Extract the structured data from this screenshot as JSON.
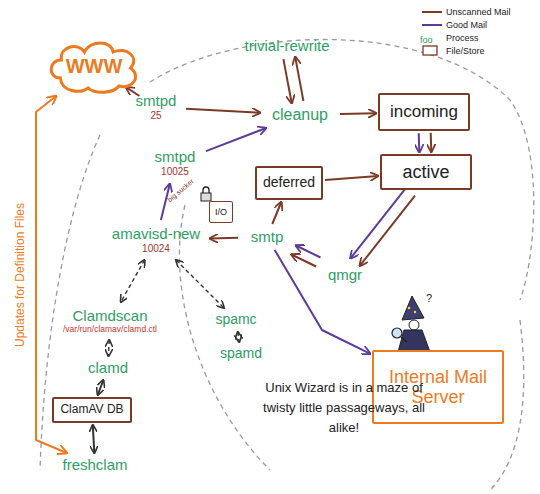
{
  "diagram": {
    "nodes": [
      {
        "text": [
          "WWW"
        ]
      },
      {
        "text": [
          "trivial-rewrite"
        ]
      },
      {
        "text": [
          "smtpd",
          "25"
        ]
      },
      {
        "text": [
          "cleanup"
        ]
      },
      {
        "text": [
          "incoming"
        ]
      },
      {
        "text": [
          "smtpd",
          "10025"
        ]
      },
      {
        "text": [
          "deferred"
        ]
      },
      {
        "text": [
          "active"
        ]
      },
      {
        "text": [
          "I/O"
        ]
      },
      {
        "text": [
          "amavisd-new",
          "10024"
        ]
      },
      {
        "text": [
          "smtp"
        ]
      },
      {
        "text": [
          "qmgr"
        ]
      },
      {
        "text": [
          "Clamdscan",
          "/var/run/clamav/clamd.ctl"
        ]
      },
      {
        "text": [
          "spamc"
        ]
      },
      {
        "text": [
          "clamd"
        ]
      },
      {
        "text": [
          "spamd"
        ]
      },
      {
        "text": [
          "ClamAV DB"
        ]
      },
      {
        "text": [
          "Internal Mail Server"
        ]
      },
      {
        "text": [
          "freshclam"
        ]
      }
    ],
    "edges": [
      {
        "from": 0,
        "to": 2,
        "arrow": "to"
      },
      {
        "from": 2,
        "to": 3,
        "arrow": "to"
      },
      {
        "from": 3,
        "to": 1,
        "arrow": "to"
      },
      {
        "from": 1,
        "to": 3,
        "arrow": "to"
      },
      {
        "from": 3,
        "to": 4,
        "arrow": "to"
      },
      {
        "from": 4,
        "to": 7,
        "arrow": "to"
      },
      {
        "from": 4,
        "to": 7,
        "arrow": "to"
      },
      {
        "from": 7,
        "to": 11,
        "arrow": "to"
      },
      {
        "from": 7,
        "to": 11,
        "arrow": "to"
      },
      {
        "from": 11,
        "to": 10,
        "arrow": "to"
      },
      {
        "from": 11,
        "to": 10,
        "arrow": "to"
      },
      {
        "from": 10,
        "to": 6,
        "arrow": "to"
      },
      {
        "from": 6,
        "to": 7,
        "arrow": "to"
      },
      {
        "from": 10,
        "to": 9,
        "arrow": "to"
      },
      {
        "from": 9,
        "to": 5,
        "arrow": "to"
      },
      {
        "from": 5,
        "to": 3,
        "arrow": "to"
      },
      {
        "from": 10,
        "to": 17,
        "arrow": "to"
      },
      {
        "from": 9,
        "to": 12,
        "arrow": "both"
      },
      {
        "from": 9,
        "to": 13,
        "arrow": "both"
      },
      {
        "from": 12,
        "to": 14,
        "arrow": "both"
      },
      {
        "from": 13,
        "to": 15,
        "arrow": "both"
      },
      {
        "from": 14,
        "to": 16,
        "arrow": "both"
      },
      {
        "from": 16,
        "to": 18,
        "arrow": "both"
      },
      {
        "from": 0,
        "to": 18,
        "label": "Updates for Definition Files",
        "arrow": "both"
      }
    ],
    "labels": [
      "foo",
      "big sucker",
      "?",
      "Unix Wizard is in a maze of twisty little passageways, all alike!"
    ],
    "legend": [
      {
        "text": "Unscanned Mail"
      },
      {
        "text": "Good Mail"
      },
      {
        "text": "Process",
        "color": "#2e9e63"
      },
      {
        "text": "File/Store"
      }
    ]
  }
}
